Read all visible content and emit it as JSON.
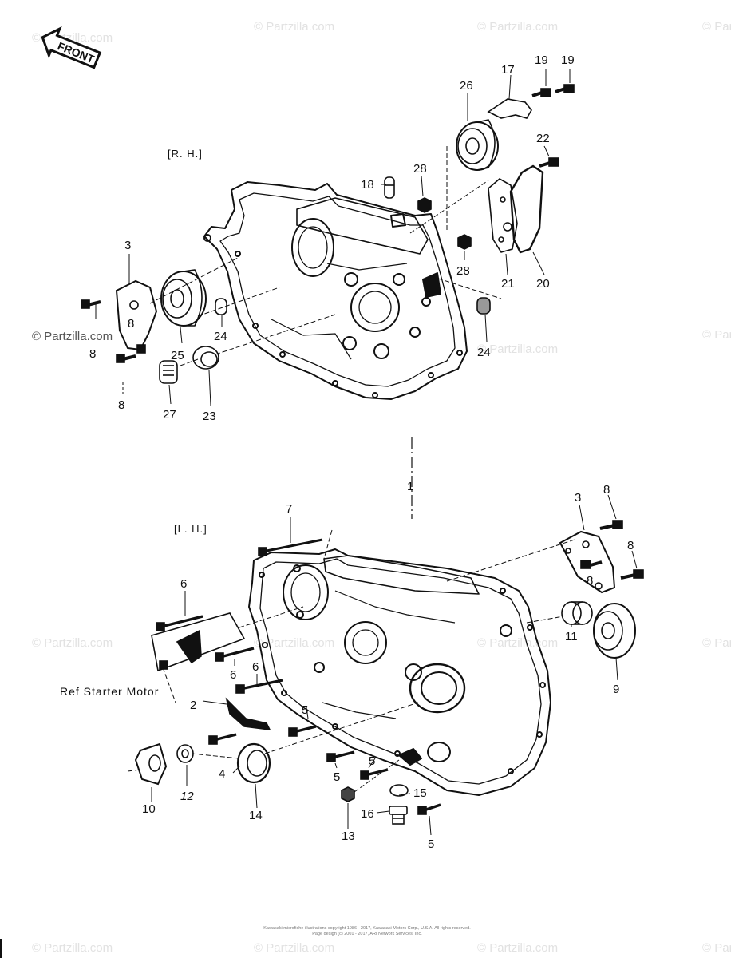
{
  "front_label": "FRONT",
  "sections": {
    "rh": "[R. H.]",
    "lh": "[L. H.]"
  },
  "ref_note": "Ref Starter Motor",
  "watermark": "© Partzilla.com",
  "callouts": [
    {
      "id": "c17",
      "text": "17"
    },
    {
      "id": "c19a",
      "text": "19"
    },
    {
      "id": "c19b",
      "text": "19"
    },
    {
      "id": "c26",
      "text": "26"
    },
    {
      "id": "c22",
      "text": "22"
    },
    {
      "id": "c18",
      "text": "18"
    },
    {
      "id": "c28a",
      "text": "28"
    },
    {
      "id": "c28b",
      "text": "28"
    },
    {
      "id": "c3a",
      "text": "3"
    },
    {
      "id": "c8a",
      "text": "8"
    },
    {
      "id": "c8b",
      "text": "8"
    },
    {
      "id": "c8c",
      "text": "8"
    },
    {
      "id": "c25",
      "text": "25"
    },
    {
      "id": "c24a",
      "text": "24"
    },
    {
      "id": "c24b",
      "text": "24"
    },
    {
      "id": "c27",
      "text": "27"
    },
    {
      "id": "c23",
      "text": "23"
    },
    {
      "id": "c21",
      "text": "21"
    },
    {
      "id": "c20",
      "text": "20"
    },
    {
      "id": "c1",
      "text": "1"
    },
    {
      "id": "c7",
      "text": "7"
    },
    {
      "id": "c3b",
      "text": "3"
    },
    {
      "id": "c8d",
      "text": "8"
    },
    {
      "id": "c8e",
      "text": "8"
    },
    {
      "id": "c8f",
      "text": "8"
    },
    {
      "id": "c6a",
      "text": "6"
    },
    {
      "id": "c6b",
      "text": "6"
    },
    {
      "id": "c6c",
      "text": "6"
    },
    {
      "id": "c11",
      "text": "11"
    },
    {
      "id": "c9",
      "text": "9"
    },
    {
      "id": "c2",
      "text": "2"
    },
    {
      "id": "c5a",
      "text": "5"
    },
    {
      "id": "c5b",
      "text": "5"
    },
    {
      "id": "c5c",
      "text": "5"
    },
    {
      "id": "c5d",
      "text": "5"
    },
    {
      "id": "c4",
      "text": "4"
    },
    {
      "id": "c14",
      "text": "14"
    },
    {
      "id": "c10",
      "text": "10"
    },
    {
      "id": "c12",
      "text": "12"
    },
    {
      "id": "c13",
      "text": "13"
    },
    {
      "id": "c15",
      "text": "15"
    },
    {
      "id": "c16",
      "text": "16"
    }
  ],
  "footer": {
    "line1": "Kawasaki microfiche illustrations copyright 1986 - 2017, Kawasaki Motors Corp., U.S.A. All rights reserved.",
    "line2": "Page design (c) 2001 - 2017, ARI Network Services, Inc."
  }
}
